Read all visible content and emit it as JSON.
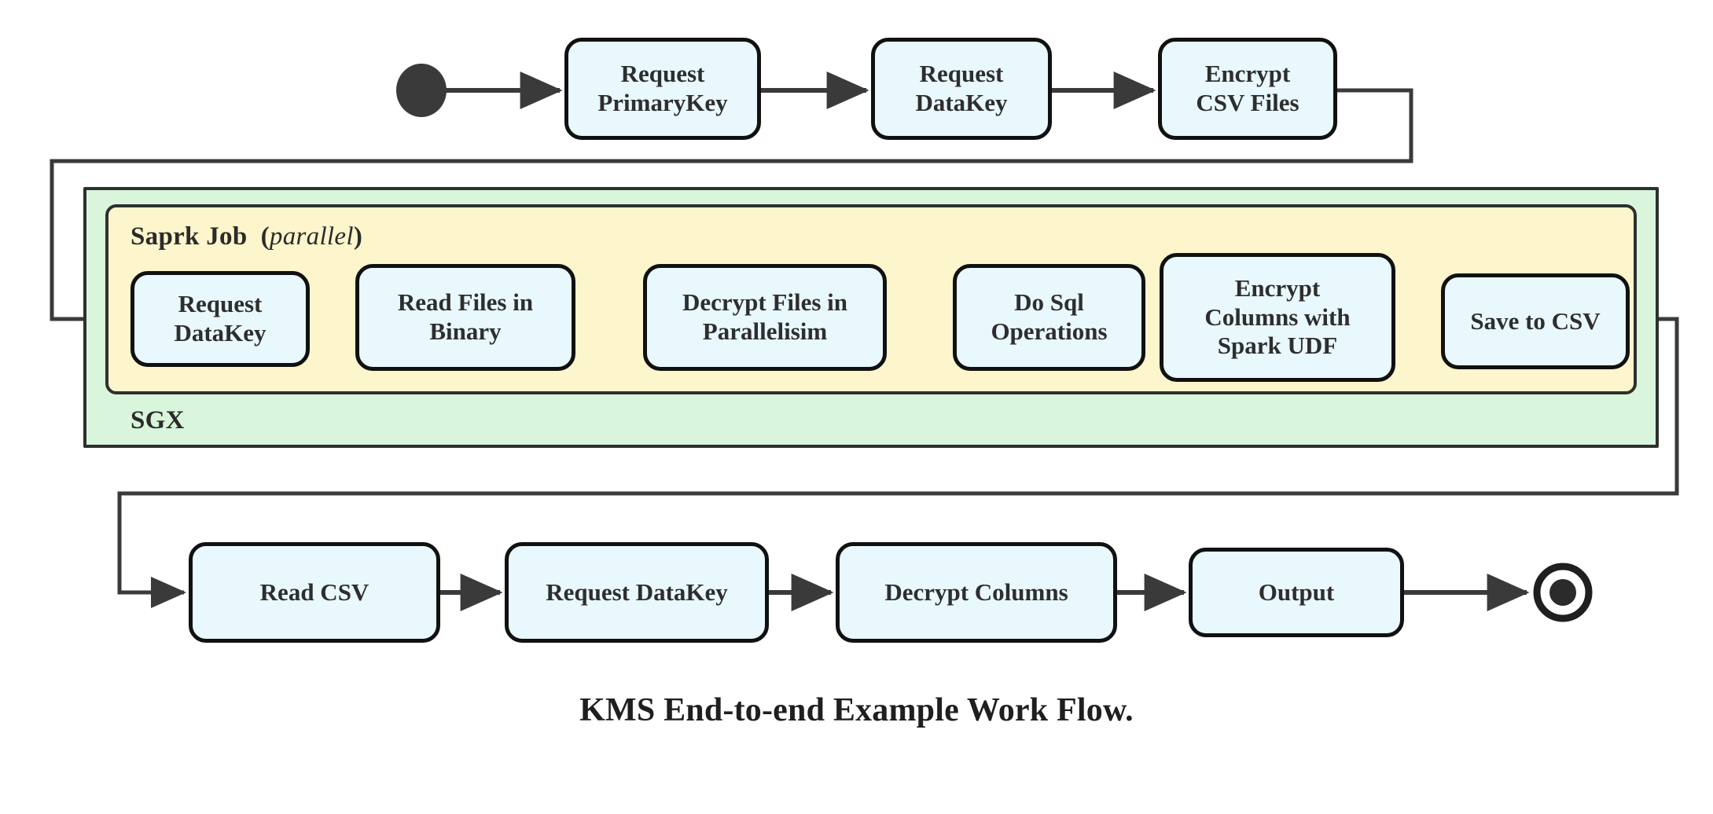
{
  "diagram": {
    "caption": "KMS End-to-end Example Work Flow.",
    "containers": {
      "outer": {
        "label": "SGX",
        "color": "#d9f5dc"
      },
      "inner": {
        "label": "Saprk Job",
        "qualifier_open": "(",
        "qualifier": "parallel",
        "qualifier_close": ")",
        "color": "#fdf5cc"
      }
    },
    "node_style": {
      "fill": "#e8f8fd",
      "stroke": "#111111"
    },
    "start_node": {
      "name": "start",
      "shape": "filled-circle"
    },
    "end_node": {
      "name": "end",
      "shape": "double-circle"
    },
    "rows": {
      "top": [
        {
          "id": "request-primarykey",
          "line1": "Request",
          "line2": "PrimaryKey"
        },
        {
          "id": "request-datakey-top",
          "line1": "Request",
          "line2": "DataKey"
        },
        {
          "id": "encrypt-csv-files",
          "line1": "Encrypt",
          "line2": "CSV Files"
        }
      ],
      "middle": [
        {
          "id": "request-datakey-mid",
          "line1": "Request",
          "line2": "DataKey"
        },
        {
          "id": "read-files-in-binary",
          "line1": "Read Files in",
          "line2": "Binary"
        },
        {
          "id": "decrypt-files-in-parallelisim",
          "line1": "Decrypt Files in",
          "line2": "Parallelisim"
        },
        {
          "id": "do-sql-operations",
          "line1": "Do Sql",
          "line2": "Operations"
        },
        {
          "id": "encrypt-columns-with-spark-udf",
          "line1": "Encrypt",
          "line2": "Columns with",
          "line3": "Spark UDF"
        },
        {
          "id": "save-to-csv",
          "line1": "Save to CSV"
        }
      ],
      "bottom": [
        {
          "id": "read-csv",
          "line1": "Read CSV"
        },
        {
          "id": "request-datakey-bottom",
          "line1": "Request DataKey"
        },
        {
          "id": "decrypt-columns",
          "line1": "Decrypt Columns"
        },
        {
          "id": "output",
          "line1": "Output"
        }
      ]
    }
  }
}
